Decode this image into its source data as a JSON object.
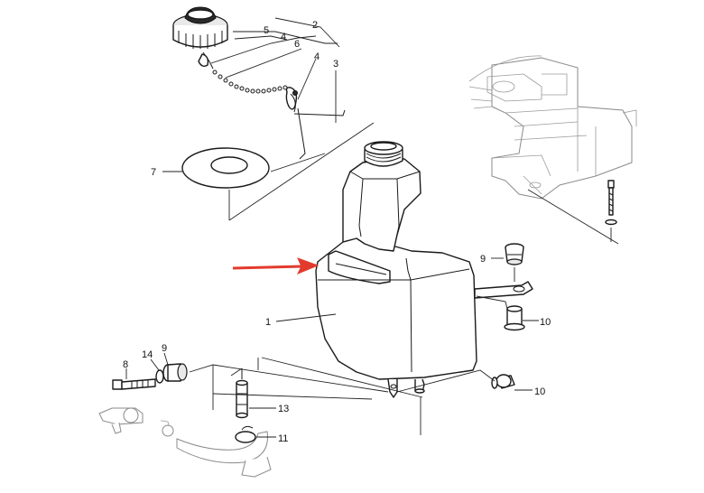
{
  "callouts": {
    "c1": "1",
    "c2": "2",
    "c3": "3",
    "c4a": "4",
    "c4b": "4",
    "c5": "5",
    "c6": "6",
    "c7": "7",
    "c8": "8",
    "c9a": "9",
    "c9b": "9",
    "c10a": "10",
    "c10b": "10",
    "c11": "11",
    "c13": "13",
    "c14": "14"
  },
  "colors": {
    "arrow": "#e23b2e",
    "line": "#1a1a1a",
    "ghost_line": "#8a8a8a"
  }
}
